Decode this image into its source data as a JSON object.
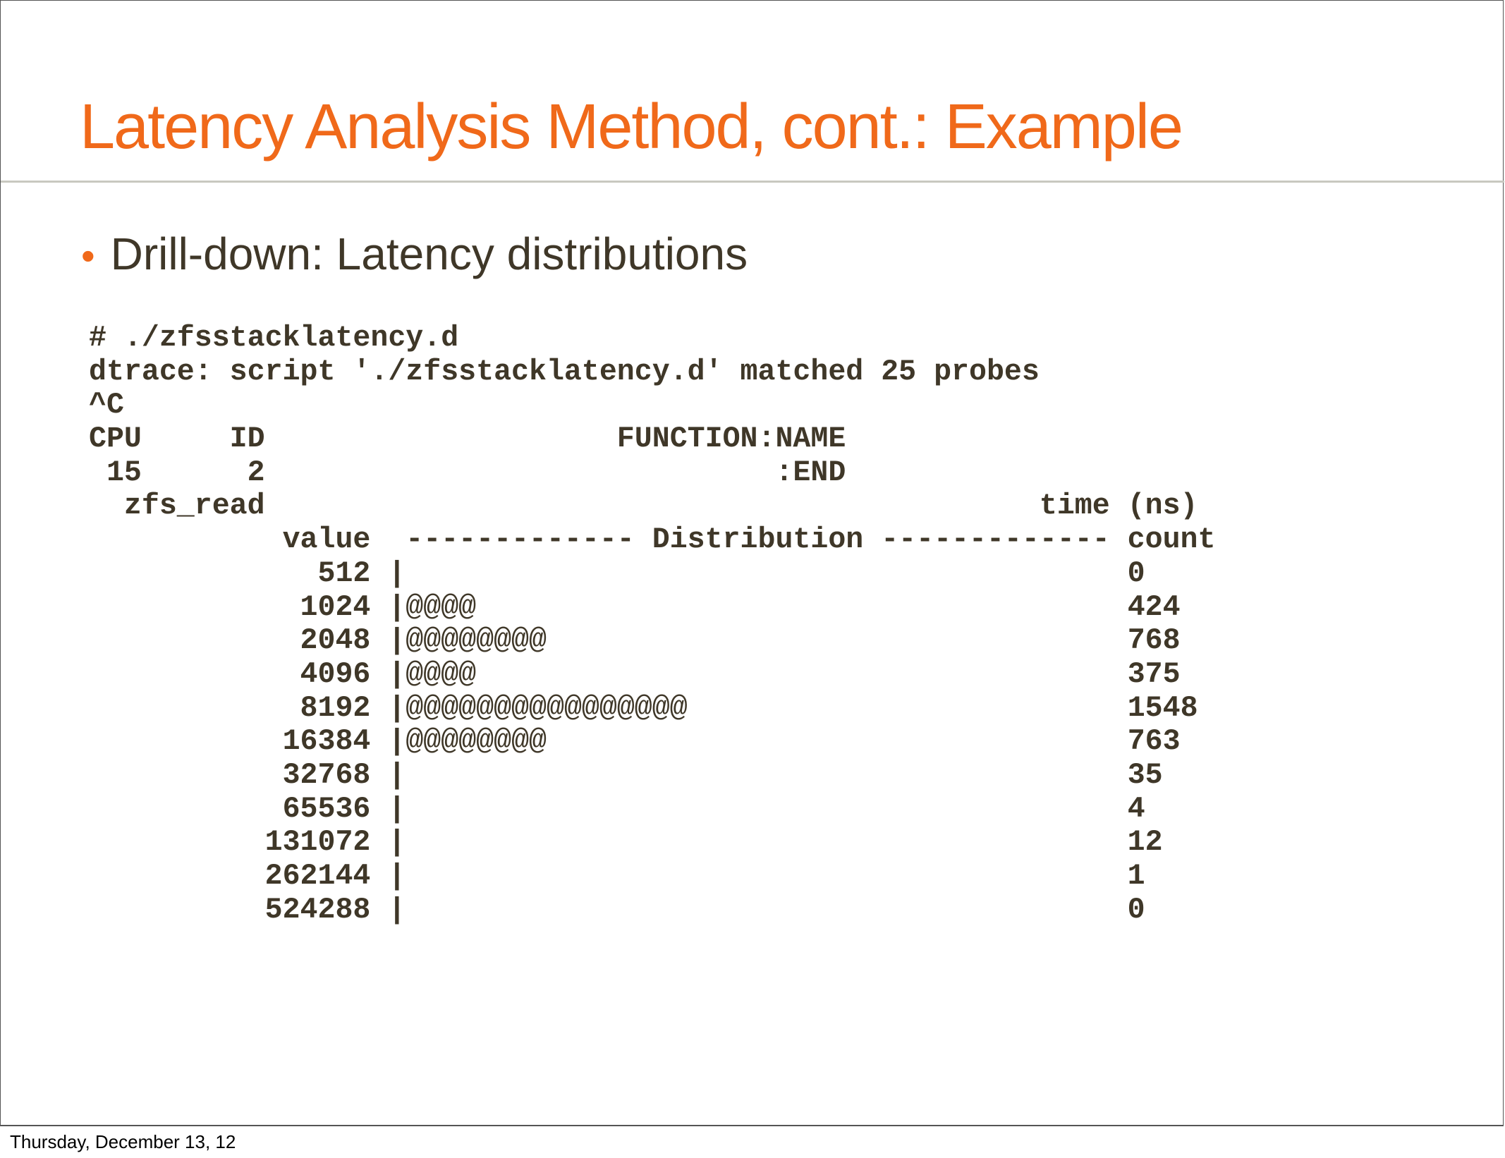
{
  "slide": {
    "title": "Latency Analysis Method, cont.: Example",
    "bullet": "Drill-down: Latency distributions",
    "colors": {
      "title": "#F0691A",
      "text": "#3f3728"
    }
  },
  "terminal": {
    "lines": [
      "# ./zfsstacklatency.d",
      "dtrace: script './zfsstacklatency.d' matched 25 probes",
      "^C",
      "CPU     ID                    FUNCTION:NAME",
      " 15      2                             :END",
      "  zfs_read                                            time (ns)",
      "           value  ------------- Distribution ------------- count"
    ],
    "histogram": [
      {
        "value": "512",
        "bar": "",
        "count": "0"
      },
      {
        "value": "1024",
        "bar": "@@@@",
        "count": "424"
      },
      {
        "value": "2048",
        "bar": "@@@@@@@@",
        "count": "768"
      },
      {
        "value": "4096",
        "bar": "@@@@",
        "count": "375"
      },
      {
        "value": "8192",
        "bar": "@@@@@@@@@@@@@@@@",
        "count": "1548"
      },
      {
        "value": "16384",
        "bar": "@@@@@@@@",
        "count": "763"
      },
      {
        "value": "32768",
        "bar": "",
        "count": "35"
      },
      {
        "value": "65536",
        "bar": "",
        "count": "4"
      },
      {
        "value": "131072",
        "bar": "",
        "count": "12"
      },
      {
        "value": "262144",
        "bar": "",
        "count": "1"
      },
      {
        "value": "524288",
        "bar": "",
        "count": "0"
      }
    ]
  },
  "footer": {
    "date": "Thursday, December 13, 12"
  }
}
